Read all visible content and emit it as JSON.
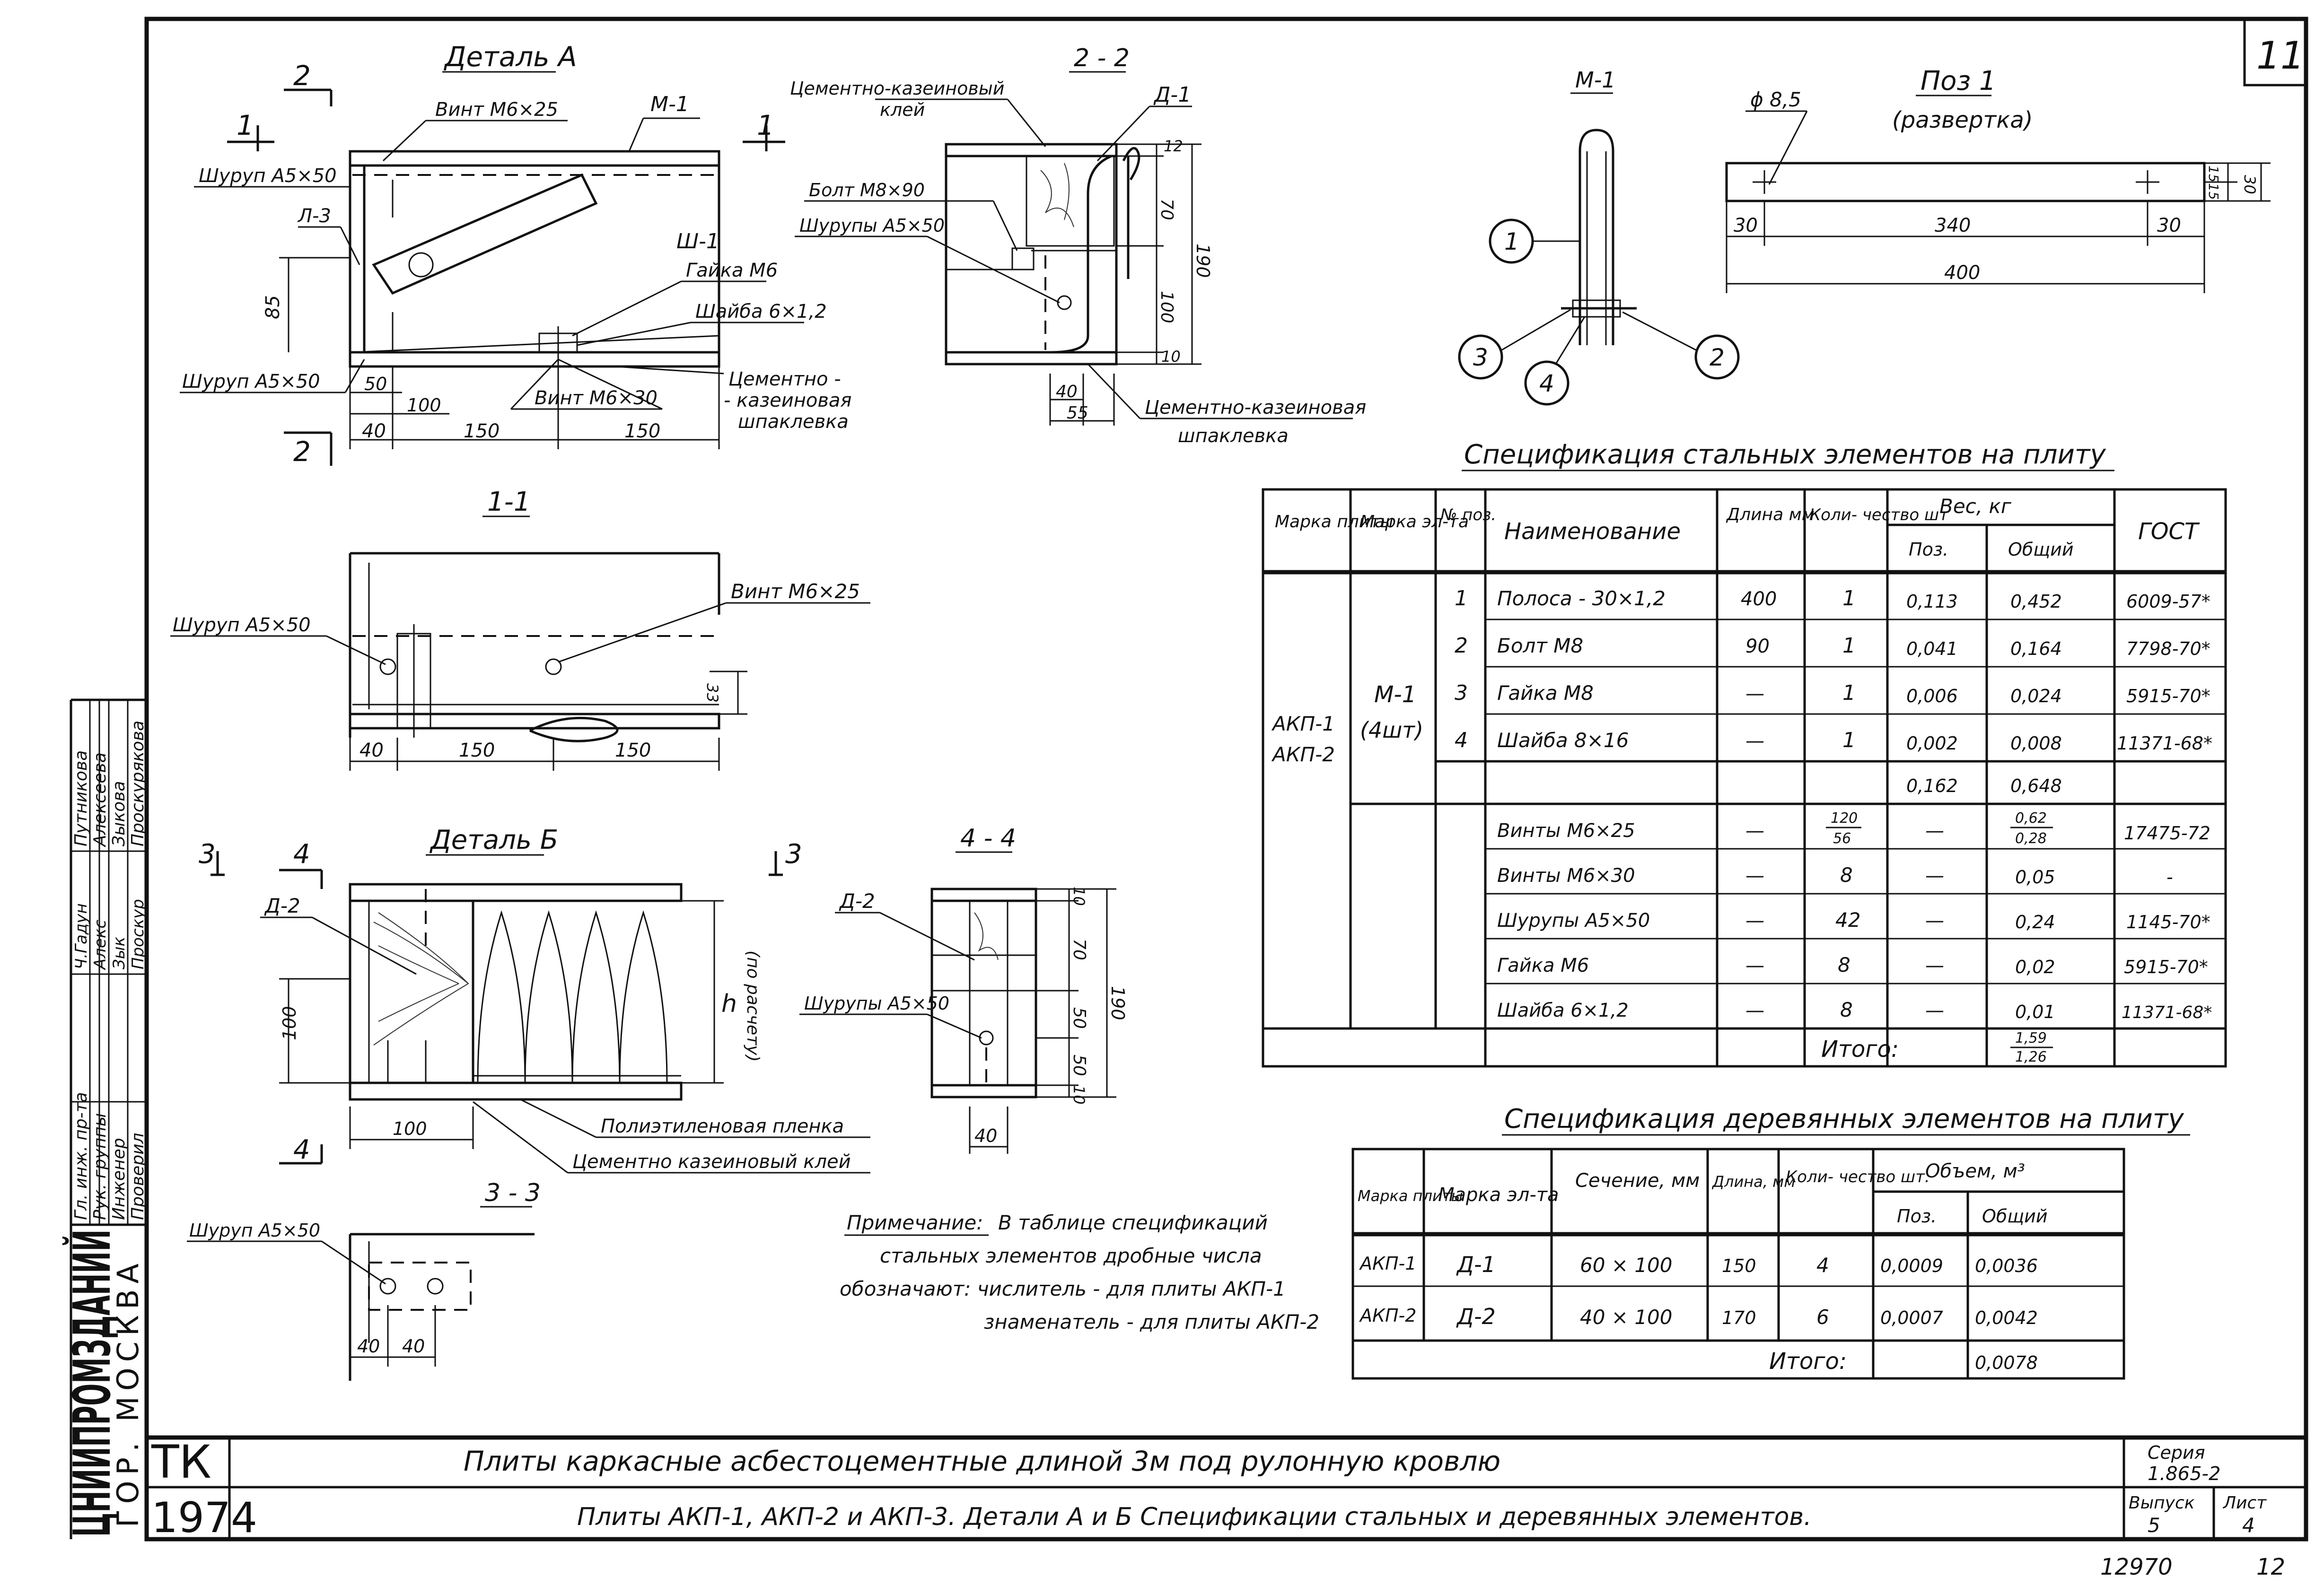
{
  "sheet_number": "11",
  "sheet_number_bottom": "12",
  "archive_number": "12970",
  "detail_a": {
    "title": "Деталь А",
    "section_marks": [
      "2",
      "1",
      "1",
      "2"
    ],
    "labels": {
      "vint_m6x25": "Винт М6×25",
      "m1": "М-1",
      "shurup_top": "Шуруп А5×50",
      "l3": "Л-3",
      "sh1": "Ш-1",
      "gaika_m6": "Гайка М6",
      "shaiba": "Шайба 6×1,2",
      "shurup_bottom": "Шуруп А5×50",
      "vint_m6x30": "Винт М6×30",
      "cement_1": "Цементно -",
      "cement_2": "- казеиновая",
      "cement_3": "шпаклевка"
    },
    "dims": [
      "85",
      "50",
      "100",
      "40",
      "150",
      "150"
    ]
  },
  "section_2_2": {
    "title": "2 - 2",
    "labels": {
      "glue_1": "Цементно-казеиновый",
      "glue_2": "клей",
      "d1": "Д-1",
      "bolt": "Болт М8×90",
      "shurupy": "Шурупы А5×50",
      "putty_1": "Цементно-казеиновая",
      "putty_2": "шпаклевка"
    },
    "dims": [
      "12",
      "70",
      "190",
      "100",
      "10",
      "40",
      "55"
    ]
  },
  "m1_detail": {
    "title": "М-1",
    "callouts": [
      "1",
      "2",
      "3",
      "4"
    ]
  },
  "pos1": {
    "title": "Поз 1",
    "subtitle": "(развертка)",
    "dia": "ϕ 8,5",
    "dims": [
      "30",
      "340",
      "30",
      "400",
      "15",
      "15",
      "30"
    ]
  },
  "section_1_1": {
    "title": "1-1",
    "labels": {
      "shurup": "Шуруп А5×50",
      "vint": "Винт М6×25"
    },
    "dims": [
      "33",
      "40",
      "150",
      "150"
    ]
  },
  "detail_b": {
    "title": "Деталь Б",
    "section_marks": [
      "3",
      "4",
      "3",
      "4"
    ],
    "labels": {
      "d2": "Д-2",
      "h": "h",
      "h_note": "(по расчету)",
      "film": "Полиэтиленовая пленка",
      "glue": "Цементно казеиновый клей"
    },
    "dims": [
      "100",
      "100"
    ]
  },
  "section_4_4": {
    "title": "4 - 4",
    "labels": {
      "d2": "Д-2",
      "shurupy": "Шурупы А5×50"
    },
    "dims": [
      "10",
      "70",
      "190",
      "50",
      "50",
      "10",
      "40"
    ]
  },
  "section_3_3": {
    "title": "3 - 3",
    "labels": {
      "shurup": "Шуруп А5×50"
    },
    "dims": [
      "40",
      "40"
    ]
  },
  "steel_spec": {
    "title": "Спецификация стальных элементов на плиту",
    "headers": {
      "mark_plate": "Марка плиты",
      "mark_el": "Марка эл-та",
      "pos": "№ поз.",
      "name": "Наименование",
      "length": "Длина мм",
      "qty": "Коли- чество шт",
      "weight": "Вес, кг",
      "weight_pos": "Поз.",
      "weight_total": "Общий",
      "gost": "ГОСТ"
    },
    "plate_marks": [
      "АКП-1",
      "АКП-2"
    ],
    "element_mark": "М-1",
    "element_qty": "(4шт)",
    "rows": [
      {
        "pos": "1",
        "name": "Полоса - 30×1,2",
        "len": "400",
        "qty": "1",
        "wp": "0,113",
        "wt": "0,452",
        "gost": "6009-57*"
      },
      {
        "pos": "2",
        "name": "Болт   М8",
        "len": "90",
        "qty": "1",
        "wp": "0,041",
        "wt": "0,164",
        "gost": "7798-70*"
      },
      {
        "pos": "3",
        "name": "Гайка  М8",
        "len": "—",
        "qty": "1",
        "wp": "0,006",
        "wt": "0,024",
        "gost": "5915-70*"
      },
      {
        "pos": "4",
        "name": "Шайба 8×16",
        "len": "—",
        "qty": "1",
        "wp": "0,002",
        "wt": "0,008",
        "gost": "11371-68*"
      }
    ],
    "subtotal": {
      "wp": "0,162",
      "wt": "0,648"
    },
    "rows2": [
      {
        "name": "Винты  М6×25",
        "len": "—",
        "qty_num": "120",
        "qty_den": "56",
        "wp": "—",
        "wt_num": "0,62",
        "wt_den": "0,28",
        "gost": "17475-72"
      },
      {
        "name": "Винты  М6×30",
        "len": "—",
        "qty": "8",
        "wp": "—",
        "wt": "0,05",
        "gost": "-"
      },
      {
        "name": "Шурупы А5×50",
        "len": "—",
        "qty": "42",
        "wp": "—",
        "wt": "0,24",
        "gost": "1145-70*"
      },
      {
        "name": "Гайка  М6",
        "len": "—",
        "qty": "8",
        "wp": "—",
        "wt": "0,02",
        "gost": "5915-70*"
      },
      {
        "name": "Шайба 6×1,2",
        "len": "—",
        "qty": "8",
        "wp": "—",
        "wt": "0,01",
        "gost": "11371-68*"
      }
    ],
    "total_label": "Итого:",
    "total_num": "1,59",
    "total_den": "1,26"
  },
  "wood_spec": {
    "title": "Спецификация деревянных элементов на плиту",
    "headers": {
      "mark_plate": "Марка плиты",
      "mark_el": "Марка эл-та",
      "section": "Сечение, мм",
      "length": "Длина, мм",
      "qty": "Коли- чество шт.",
      "volume": "Объем, м³",
      "vol_pos": "Поз.",
      "vol_total": "Общий"
    },
    "rows": [
      {
        "plate": "АКП-1",
        "el": "Д-1",
        "section": "60 × 100",
        "len": "150",
        "qty": "4",
        "vp": "0,0009",
        "vt": "0,0036"
      },
      {
        "plate": "АКП-2",
        "el": "Д-2",
        "section": "40 × 100",
        "len": "170",
        "qty": "6",
        "vp": "0,0007",
        "vt": "0,0042"
      }
    ],
    "total_label": "Итого:",
    "total": "0,0078"
  },
  "note": {
    "label": "Примечание:",
    "line1": "В таблице спецификаций",
    "line2": "стальных элементов дробные числа",
    "line3": "обозначают: числитель - для плиты АКП-1",
    "line4": "знаменатель - для плиты АКП-2"
  },
  "stamp": {
    "org": "ЦНИИПРОМЗДАНИЙ",
    "city": "ГОР. МОСКВА",
    "roles": [
      "Гл. инж. пр-та",
      "Рук. группы",
      "Инженер",
      "Проверил"
    ],
    "names": [
      "Путникова",
      "Алексеева",
      "Зыкова",
      "Проскурякова"
    ],
    "signs": [
      "Ч.Гадун",
      "Алекс",
      "Зык",
      "Проскур"
    ]
  },
  "title_block": {
    "tk": "ТК",
    "year": "1974",
    "title1": "Плиты    каркасные      асбестоцементные      длиной  3м    под     рулонную     кровлю",
    "title2": "Плиты АКП-1, АКП-2 и АКП-3. Детали А и Б  Спецификации стальных и деревянных элементов.",
    "series_label": "Серия",
    "series": "1.865-2",
    "issue_label": "Выпуск",
    "issue": "5",
    "sheet_label": "Лист",
    "sheet": "4"
  }
}
